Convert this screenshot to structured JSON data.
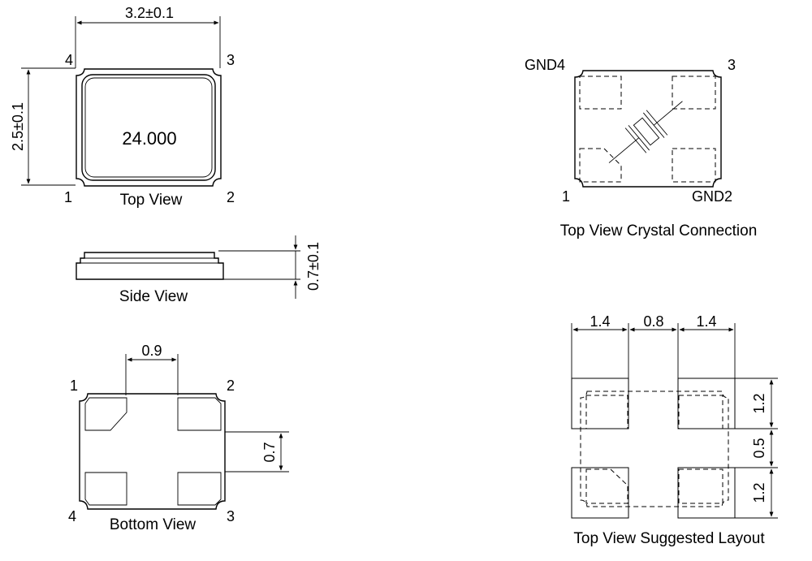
{
  "top_view": {
    "title": "Top View",
    "marking": "24.000",
    "dim_width": "3.2±0.1",
    "dim_height": "2.5±0.1",
    "pins": [
      "1",
      "2",
      "3",
      "4"
    ]
  },
  "side_view": {
    "title": "Side View",
    "dim_thickness": "0.7±0.1"
  },
  "bottom_view": {
    "title": "Bottom View",
    "dim_gap": "0.9",
    "dim_pad": "0.7",
    "pins": [
      "1",
      "2",
      "3",
      "4"
    ]
  },
  "crystal_view": {
    "title": "Top View Crystal Connection",
    "pin_gnd4": "GND4",
    "pin_3": "3",
    "pin_1": "1",
    "pin_gnd2": "GND2"
  },
  "layout_view": {
    "title": "Top View Suggested Layout",
    "dim_pad_w": "1.4",
    "dim_gap_w": "0.8",
    "dim_pad_h": "1.2",
    "dim_gap_h": "0.5"
  }
}
